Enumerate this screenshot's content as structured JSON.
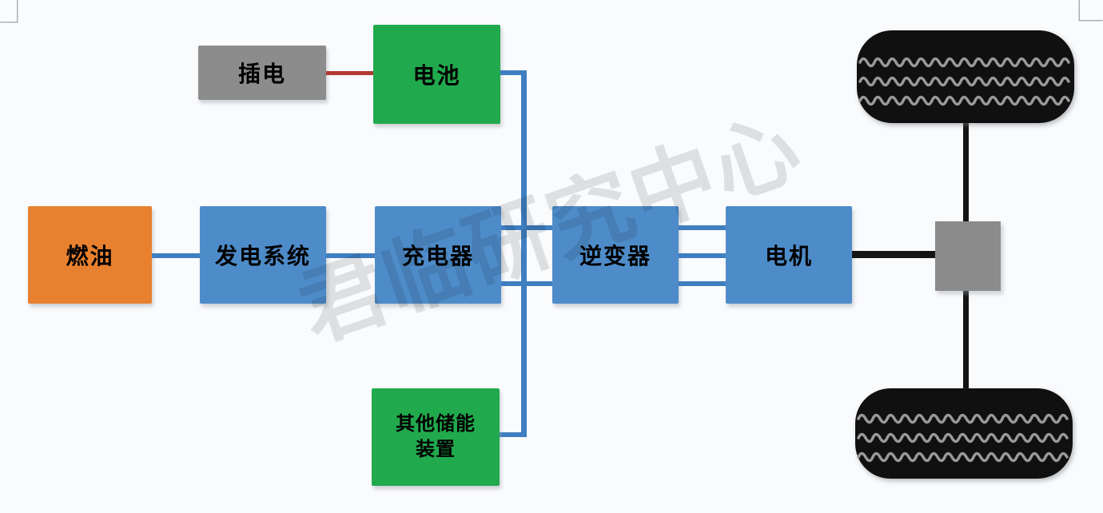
{
  "page": {
    "background": "#fafbfc",
    "type": "powertrain-block-diagram"
  },
  "watermark": {
    "text": "君临研究中心"
  },
  "nodes": {
    "plug": {
      "label": "插电",
      "color": "#8c8c8c"
    },
    "battery": {
      "label": "电池",
      "color": "#21a94d"
    },
    "fuel": {
      "label": "燃油",
      "color": "#e8812f"
    },
    "generator": {
      "label": "发电系统",
      "color": "#4e8cc9"
    },
    "charger": {
      "label": "充电器",
      "color": "#4e8cc9"
    },
    "inverter": {
      "label": "逆变器",
      "color": "#4e8cc9"
    },
    "motor": {
      "label": "电机",
      "color": "#4e8cc9"
    },
    "storage": {
      "label": "其他储能装置",
      "color": "#21a94d"
    }
  },
  "link_colors": {
    "plug_red": "#b03a32",
    "power_blue": "#3f7fc1",
    "mech_black": "#141414"
  },
  "connections": [
    {
      "from": "plug",
      "to": "battery",
      "lines": 1,
      "color": "#b03a32"
    },
    {
      "from": "battery",
      "to": "storage",
      "lines": 1,
      "color": "#3f7fc1",
      "via": "vertical-bus"
    },
    {
      "from": "fuel",
      "to": "generator",
      "lines": 1,
      "color": "#3f7fc1"
    },
    {
      "from": "generator",
      "to": "charger",
      "lines": 1,
      "color": "#3f7fc1"
    },
    {
      "from": "charger",
      "to": "inverter",
      "lines": 2,
      "color": "#3f7fc1"
    },
    {
      "from": "inverter",
      "to": "motor",
      "lines": 3,
      "color": "#3f7fc1"
    },
    {
      "from": "motor",
      "to": "differential",
      "lines": 1,
      "color": "#141414"
    }
  ],
  "drivetrain": {
    "differential_color": "#8b8b8b",
    "tire_color": "#101010",
    "tread_color": "#999999",
    "axle_color": "#141414",
    "wheel_count": 2
  }
}
